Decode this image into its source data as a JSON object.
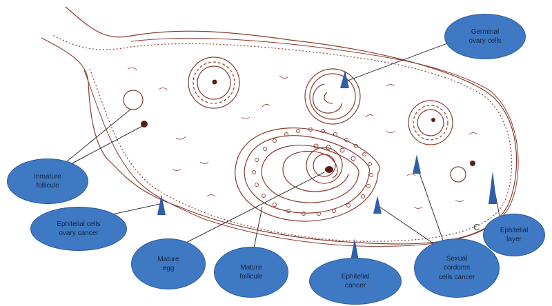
{
  "labels": {
    "germinal": "Germinal\novary  cells",
    "inmature": "Inmature\nfollicule",
    "ephitelial_cells": "Ephitelial cells\novary cancer",
    "mature_egg": "Mature\negg",
    "mature_follicule": "Mature\nfollicule",
    "ephitelial_cancer": "Ephitelial\ncancer",
    "sexual_cordoms": "Sexual\ncordoms\ncells cancer",
    "ephitelial_layer": "Ephitelial\nlayer"
  },
  "stray_text": "C",
  "colors": {
    "bubble": "#3f79c4",
    "marker": "#2f5fa8",
    "outline": "#8a3b2e",
    "line": "#333333"
  }
}
